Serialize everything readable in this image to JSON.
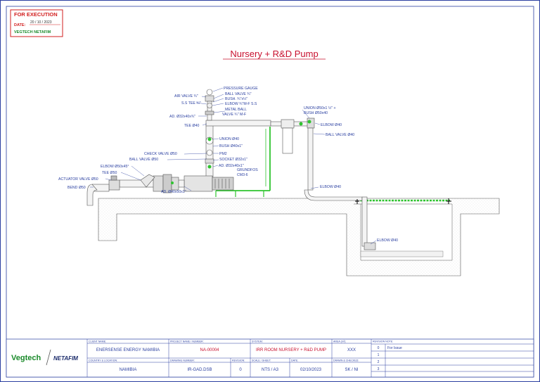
{
  "stamp": {
    "title": "FOR EXECUTION",
    "date_label": "DATE:",
    "date_value": "20 / 10 / 2023",
    "company": "VEGTECH NETAFIM"
  },
  "drawing_title": "Nursery + R&D Pump",
  "labels": {
    "pressure_gauge": "PRESSURE GAUGE",
    "air_valve": "AIR VALVE ¾\"",
    "ball_valve_small": "BALL VALVE ¾\"",
    "bush_small": "BUSH. ¾\"x½\"",
    "elbow_mf": "ELBOW ¾\"M-F S.S",
    "ss_tee": "S.S TEE ¾\"",
    "metal_ball": "METAL BALL",
    "valve_mf": "VALVE ¾\" M-F",
    "ad_32": "AD. Ø32x40x¾\"",
    "tee_40": "TEE Ø40",
    "union_40": "UNION Ø40",
    "bush_40": "BUSH Ø40x1\"",
    "check_valve": "CHECK VALVE Ø50",
    "ball_valve_50": "BALL VALVE Ø50",
    "pm2": "PM2",
    "socket": "SOCKET Ø32x1\"",
    "elbow_50_45": "ELBOW Ø50x45°",
    "ad_32_40": "AD. Ø32x40x1\"",
    "grundfos": "GRUNDFOS",
    "cm3": "CM3-6",
    "tee_50": "TEE Ø50",
    "actuator": "ACTUATOR VALVE Ø50",
    "bend": "BEND Ø50",
    "ad_40_50": "AD. Ø40x50x1\"",
    "union_50": "UNION Ø50x1 ½\" +",
    "bush_50": "BUSH Ø50x40",
    "elbow_40_top": "ELBOW Ø40",
    "ball_valve_40": "BALL VALVE Ø40",
    "elbow_40_mid": "ELBOW Ø40",
    "elbow_40_low": "ELBOW Ø40"
  },
  "title_block": {
    "logo_left": "Vegtech",
    "logo_right": "NETAFIM",
    "client_name_label": "CLIENT NAME:",
    "client_name": "ENERSENSE ENERGY NAMIBIA",
    "project_label": "PROJECT NAME / NUMBER:",
    "project_number": "NA-00004",
    "system_label": "SYSTEM:",
    "system": "IRR ROOM NURSERY + R&D PUMP",
    "area_label": "AREA (m²):",
    "area": "XXX",
    "revision_note_label": "REVISION NOTE:",
    "country_label": "COUNTRY & LOCATION:",
    "country": "NAMIBIA",
    "drawing_number_label": "DRAWING NUMBER:",
    "drawing_number": "IR-GAD.DSB",
    "revision_label": "REVISION:",
    "revision": "0",
    "scale_label": "SCALE / SHEET:",
    "scale": "NTS / A3",
    "date_label": "DATE:",
    "date": "02/10/2023",
    "drawn_label": "DRAWN & CHECKED:",
    "drawn": "SK / NI",
    "revisions": [
      {
        "no": "0",
        "note": "For Issue"
      },
      {
        "no": "1",
        "note": ""
      },
      {
        "no": "2",
        "note": ""
      },
      {
        "no": "3",
        "note": ""
      }
    ]
  },
  "colors": {
    "border": "#2a3fa0",
    "pipe_green": "#2fc42f",
    "title_red": "#c8102e",
    "stamp_red": "#d21f1f",
    "stamp_green": "#1a8a2a"
  }
}
